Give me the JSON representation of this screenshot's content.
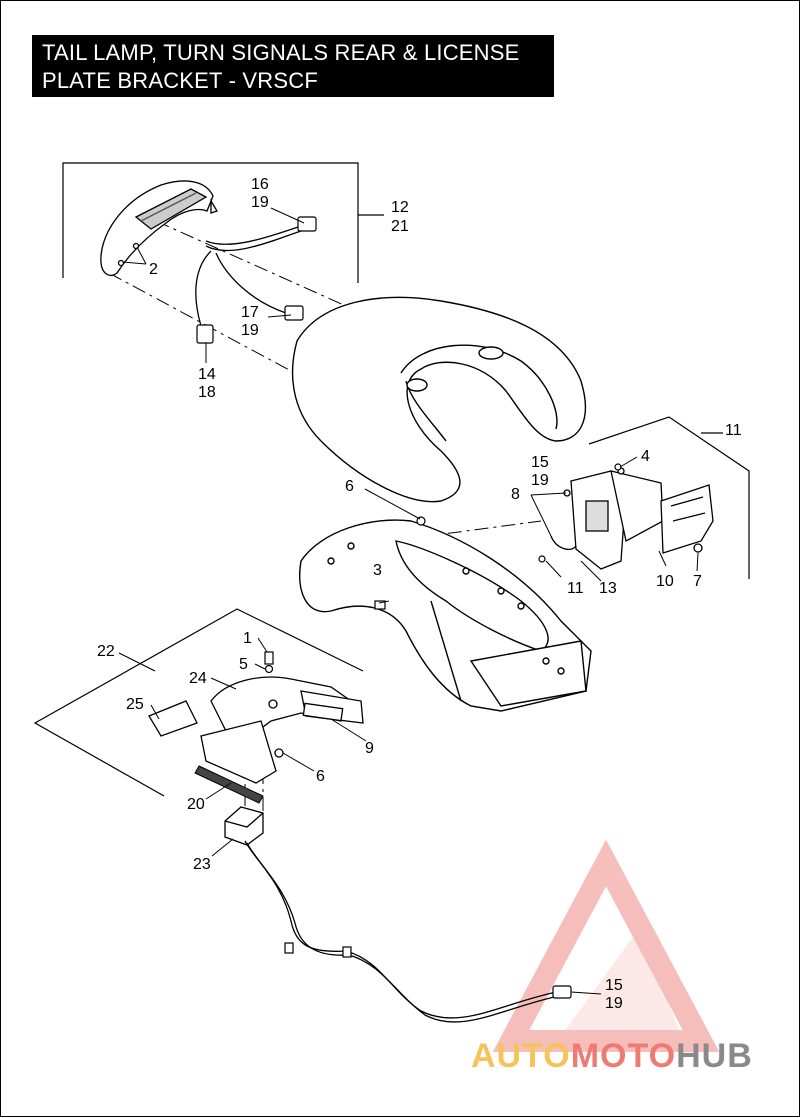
{
  "title": {
    "line1": "TAIL LAMP, TURN SIGNALS REAR & LICENSE",
    "line2": "PLATE BRACKET - VRSCF"
  },
  "callouts": {
    "c1": "1",
    "c2": "2",
    "c3": "3",
    "c4": "4",
    "c5": "5",
    "c6a": "6",
    "c6b": "6",
    "c7": "7",
    "c8": "8",
    "c9": "9",
    "c10": "10",
    "c11a": "11",
    "c11b": "11",
    "c12": "12",
    "c13": "13",
    "c14": "14",
    "c15a": "15",
    "c15b": "15",
    "c16": "16",
    "c17": "17",
    "c18": "18",
    "c19a": "19",
    "c19b": "19",
    "c19c": "19",
    "c19d": "19",
    "c20": "20",
    "c21": "21",
    "c22": "22",
    "c23": "23",
    "c24": "24",
    "c25": "25"
  },
  "watermark": {
    "part1": "AUTO",
    "part2": "MOTO",
    "part3": "HUB",
    "colors": {
      "auto": "#f6c35a",
      "moto": "#ee7a72",
      "hub": "#8a8a8a",
      "logo": "#f08a84"
    }
  }
}
